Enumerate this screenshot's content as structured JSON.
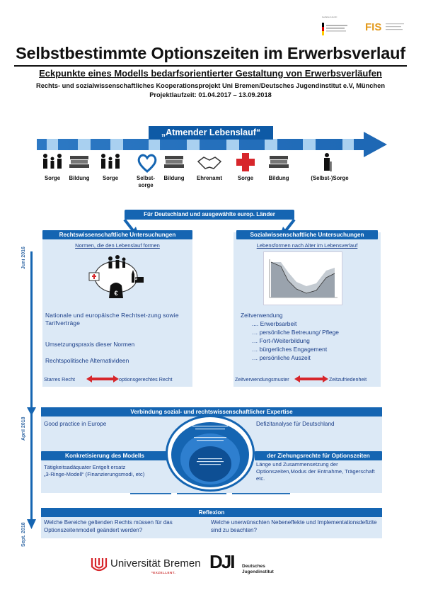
{
  "header": {
    "funder_note": "Gefördert durch:",
    "title": "Selbstbestimmte Optionszeiten im Erwerbsverlauf",
    "subtitle": "Eckpunkte eines Modells bedarfsorientierter Gestaltung von Erwerbsverläufen",
    "project": "Rechts- und sozialwissenschaftliches Kooperationsprojekt Uni Bremen/Deutsches Jugendinstitut e.V, München",
    "runtime": "Projektlaufzeit: 01.04.2017 – 13.09.2018"
  },
  "timeline": {
    "title": "„Atmender Lebenslauf“",
    "stages": [
      {
        "label": "Sorge",
        "icon": "family-icon"
      },
      {
        "label": "Bildung",
        "icon": "books-icon"
      },
      {
        "label": "Sorge",
        "icon": "family-icon"
      },
      {
        "label": "Selbst-sorge",
        "icon": "heart-icon"
      },
      {
        "label": "Bildung",
        "icon": "books-icon"
      },
      {
        "label": "Ehrenamt",
        "icon": "handshake-icon"
      },
      {
        "label": "Sorge",
        "icon": "medical-cross-icon"
      },
      {
        "label": "Bildung",
        "icon": "books-icon"
      },
      {
        "label": "(Selbst-)Sorge",
        "icon": "elderly-person-icon"
      }
    ]
  },
  "scope": "Für Deutschland und ausgewählte europ. Länder",
  "legal": {
    "heading": "Rechtswissenschaftliche Untersuchungen",
    "norms_title": "Normen, die den Lebenslauf formen",
    "items": [
      "Nationale und europäische Rechtset-zung sowie Tarifverträge",
      "Umsetzungspraxis dieser Normen",
      "Rechtspolitische Alternativideen"
    ],
    "contrast_left": "Starres Recht",
    "contrast_right": "optionsgerechtes Recht"
  },
  "social": {
    "heading": "Sozialwissenschaftliche Untersuchungen",
    "forms_title": "Lebensformen nach Alter im Lebensverlauf",
    "zeitverwendung": "Zeitverwendung",
    "items": [
      ".... Erwerbsarbeit",
      "… persönliche Betreuung/ Pflege",
      "… Fort-/Weiterbildung",
      "… bürgerliches Engagement",
      "… persönliche Auszeit"
    ],
    "contrast_left": "Zeitverwendungsmuster",
    "contrast_right": "Zeitzufriedenheit"
  },
  "dates": {
    "juni": "Juni 2016",
    "april": "April 2018",
    "sept": "Sept. 2018"
  },
  "expertise": {
    "band": "Verbindung sozial- und rechtswissenschaftlicher Expertise",
    "good_practice": "Good practice in Europe",
    "defizit": "Defizitanalyse für Deutschland"
  },
  "model": {
    "konkretisierung": "Konkretisierung des Modells",
    "ziehungsrechte": "der Ziehungsrechte für Optionszeiten",
    "left_lines": [
      "Tätigkeitsadäquater Entgelt ersatz",
      "„3-Ringe-Modell“ (Finanzierungsmodi, etc)"
    ],
    "right_text": "Länge und Zusammensetzung der Optionszeiten,Modus der Entnahme, Trägerschaft etc."
  },
  "reflexion": {
    "band": "Reflexion",
    "q_left": "Welche Bereiche geltenden Rechts müssen für das Optionszeitenmodell geändert werden?",
    "q_right": "Welche unerwünschten Nebeneffekte und Implementationsdefizite sind zu beachten?"
  },
  "footer": {
    "uni": "Universität Bremen",
    "excellent": "*EXZELLENT.",
    "dji_mark": "DJI",
    "dji_name": "Deutsches Jugendinstitut"
  },
  "colors": {
    "primary_blue": "#1565b2",
    "light_blue": "#dce9f6",
    "accent_red": "#d7262b"
  }
}
